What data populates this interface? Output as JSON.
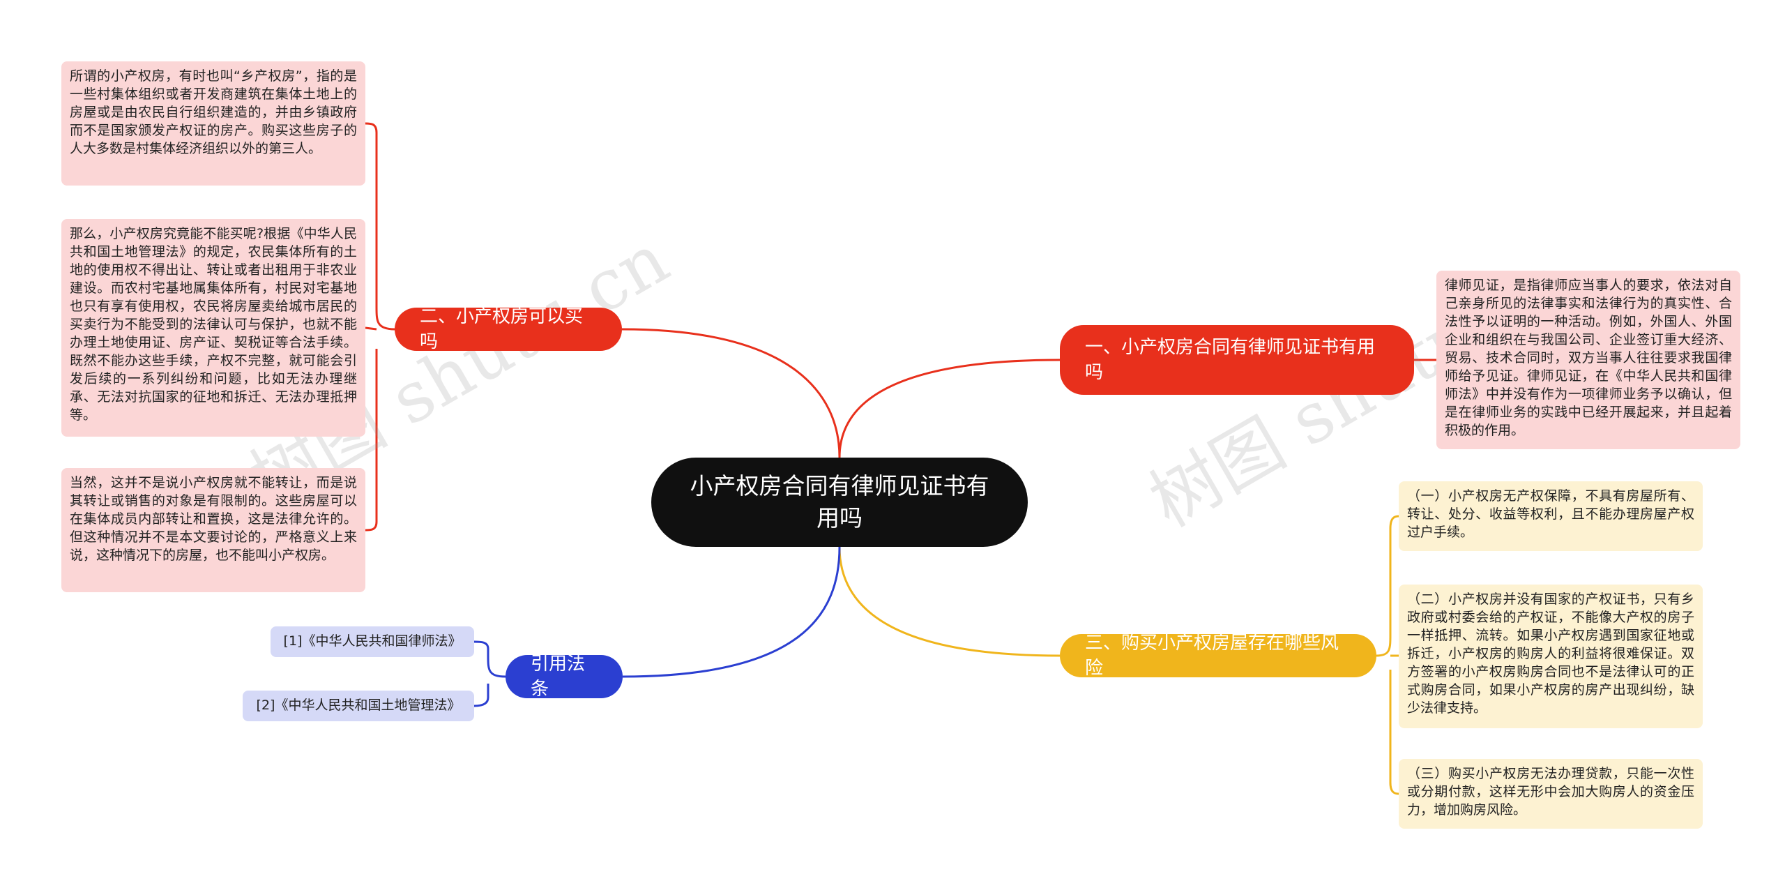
{
  "root": {
    "title": "小产权房合同有律师见证书有用吗"
  },
  "branches": {
    "b1": {
      "label": "一、小产权房合同有律师见证书有用吗",
      "color": "#e8301c"
    },
    "b2": {
      "label": "二、小产权房可以买吗",
      "color": "#e8301c"
    },
    "b3": {
      "label": "三、购买小产权房屋存在哪些风险",
      "color": "#f0b51c"
    },
    "b4": {
      "label": "引用法条",
      "color": "#2b3fd1"
    }
  },
  "leaves": {
    "b2": [
      "所谓的小产权房，有时也叫“乡产权房”，指的是一些村集体组织或者开发商建筑在集体土地上的房屋或是由农民自行组织建造的，并由乡镇政府而不是国家颁发产权证的房产。购买这些房子的人大多数是村集体经济组织以外的第三人。",
      "那么，小产权房究竟能不能买呢?根据《中华人民共和国土地管理法》的规定，农民集体所有的土地的使用权不得出让、转让或者出租用于非农业建设。而农村宅基地属集体所有，村民对宅基地也只有享有使用权，农民将房屋卖给城市居民的买卖行为不能受到的法律认可与保护，也就不能办理土地使用证、房产证、契税证等合法手续。既然不能办这些手续，产权不完整，就可能会引发后续的一系列纠纷和问题，比如无法办理继承、无法对抗国家的征地和拆迁、无法办理抵押等。",
      "当然，这并不是说小产权房就不能转让，而是说其转让或销售的对象是有限制的。这些房屋可以在集体成员内部转让和置换，这是法律允许的。但这种情况并不是本文要讨论的，严格意义上来说，这种情况下的房屋，也不能叫小产权房。"
    ],
    "b1": [
      "律师见证，是指律师应当事人的要求，依法对自己亲身所见的法律事实和法律行为的真实性、合法性予以证明的一种活动。例如，外国人、外国企业和组织在与我国公司、企业签订重大经济、贸易、技术合同时，双方当事人往往要求我国律师给予见证。律师见证，在《中华人民共和国律师法》中并没有作为一项律师业务予以确认，但是在律师业务的实践中已经开展起来，并且起着积极的作用。"
    ],
    "b3": [
      "（一）小产权房无产权保障，不具有房屋所有、转让、处分、收益等权利，且不能办理房屋产权过户手续。",
      "（二）小产权房并没有国家的产权证书，只有乡政府或村委会给的产权证，不能像大产权的房子一样抵押、流转。如果小产权房遇到国家征地或拆迁，小产权房的购房人的利益将很难保证。双方签署的小产权房购房合同也不是法律认可的正式购房合同，如果小产权房的房产出现纠纷，缺少法律支持。",
      "（三）购买小产权房无法办理贷款，只能一次性或分期付款，这样无形中会加大购房人的资金压力，增加购房风险。"
    ],
    "b4": [
      "[1]《中华人民共和国律师法》",
      "[2]《中华人民共和国土地管理法》"
    ]
  },
  "watermark": "树图 shutu.cn",
  "colors": {
    "red": "#e8301c",
    "yellow": "#f0b51c",
    "blue": "#2b3fd1",
    "root": "#101010"
  }
}
